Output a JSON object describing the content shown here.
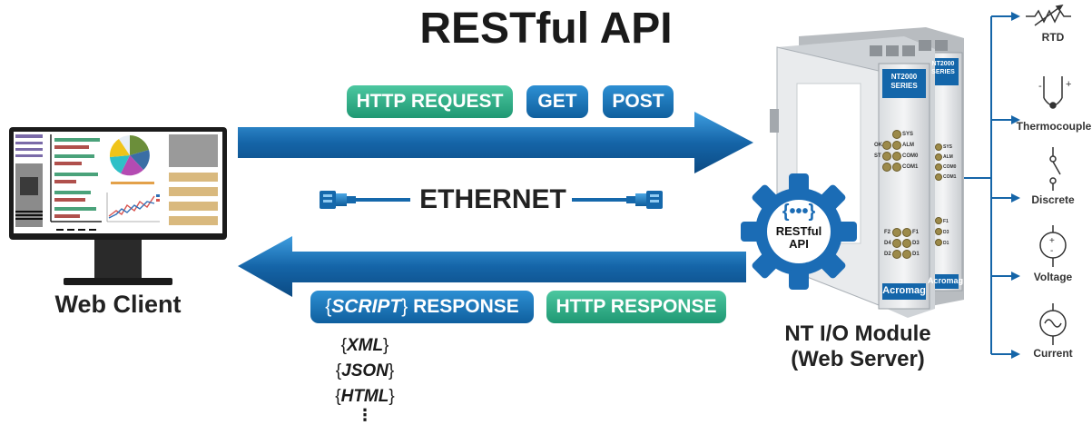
{
  "title": "RESTful API",
  "request": {
    "http_request": "HTTP REQUEST",
    "get": "GET",
    "post": "POST"
  },
  "ethernet_label": "ETHERNET",
  "response": {
    "script_open": "{",
    "script_word": "SCRIPT",
    "script_close": "}",
    "script_suffix": " RESPONSE",
    "http_response": "HTTP RESPONSE"
  },
  "formats": [
    {
      "open": "{",
      "name": "XML",
      "close": "}"
    },
    {
      "open": "{",
      "name": "JSON",
      "close": "}"
    },
    {
      "open": "{",
      "name": "HTML",
      "close": "}"
    }
  ],
  "formats_more": "⋮",
  "web_client_label": "Web Client",
  "module": {
    "line1": "NT I/O Module",
    "line2": "(Web Server)",
    "series": "NT2000 SERIES",
    "brand": "Acromag",
    "gear_glyph": "{•••}",
    "gear_line1": "RESTful",
    "gear_line2": "API",
    "leds_top": [
      "SYS",
      "ALM",
      "COM0",
      "COM1"
    ],
    "leds_left": [
      "OK",
      "ST"
    ],
    "leds_bottom_left": [
      "F2",
      "D4",
      "D2"
    ],
    "leds_bottom_right": [
      "F1",
      "D3",
      "D1"
    ]
  },
  "sensors": [
    {
      "label": "RTD",
      "icon": "resistor-icon"
    },
    {
      "label": "Thermocouple",
      "icon": "thermocouple-icon"
    },
    {
      "label": "Discrete",
      "icon": "switch-icon"
    },
    {
      "label": "Voltage",
      "icon": "voltage-source-icon"
    },
    {
      "label": "Current",
      "icon": "current-source-icon"
    }
  ],
  "colors": {
    "arrow_blue": "#1565a8",
    "pill_green": "#2bb088",
    "pill_blue": "#1a73ba",
    "gear_blue": "#1b6cb5"
  }
}
